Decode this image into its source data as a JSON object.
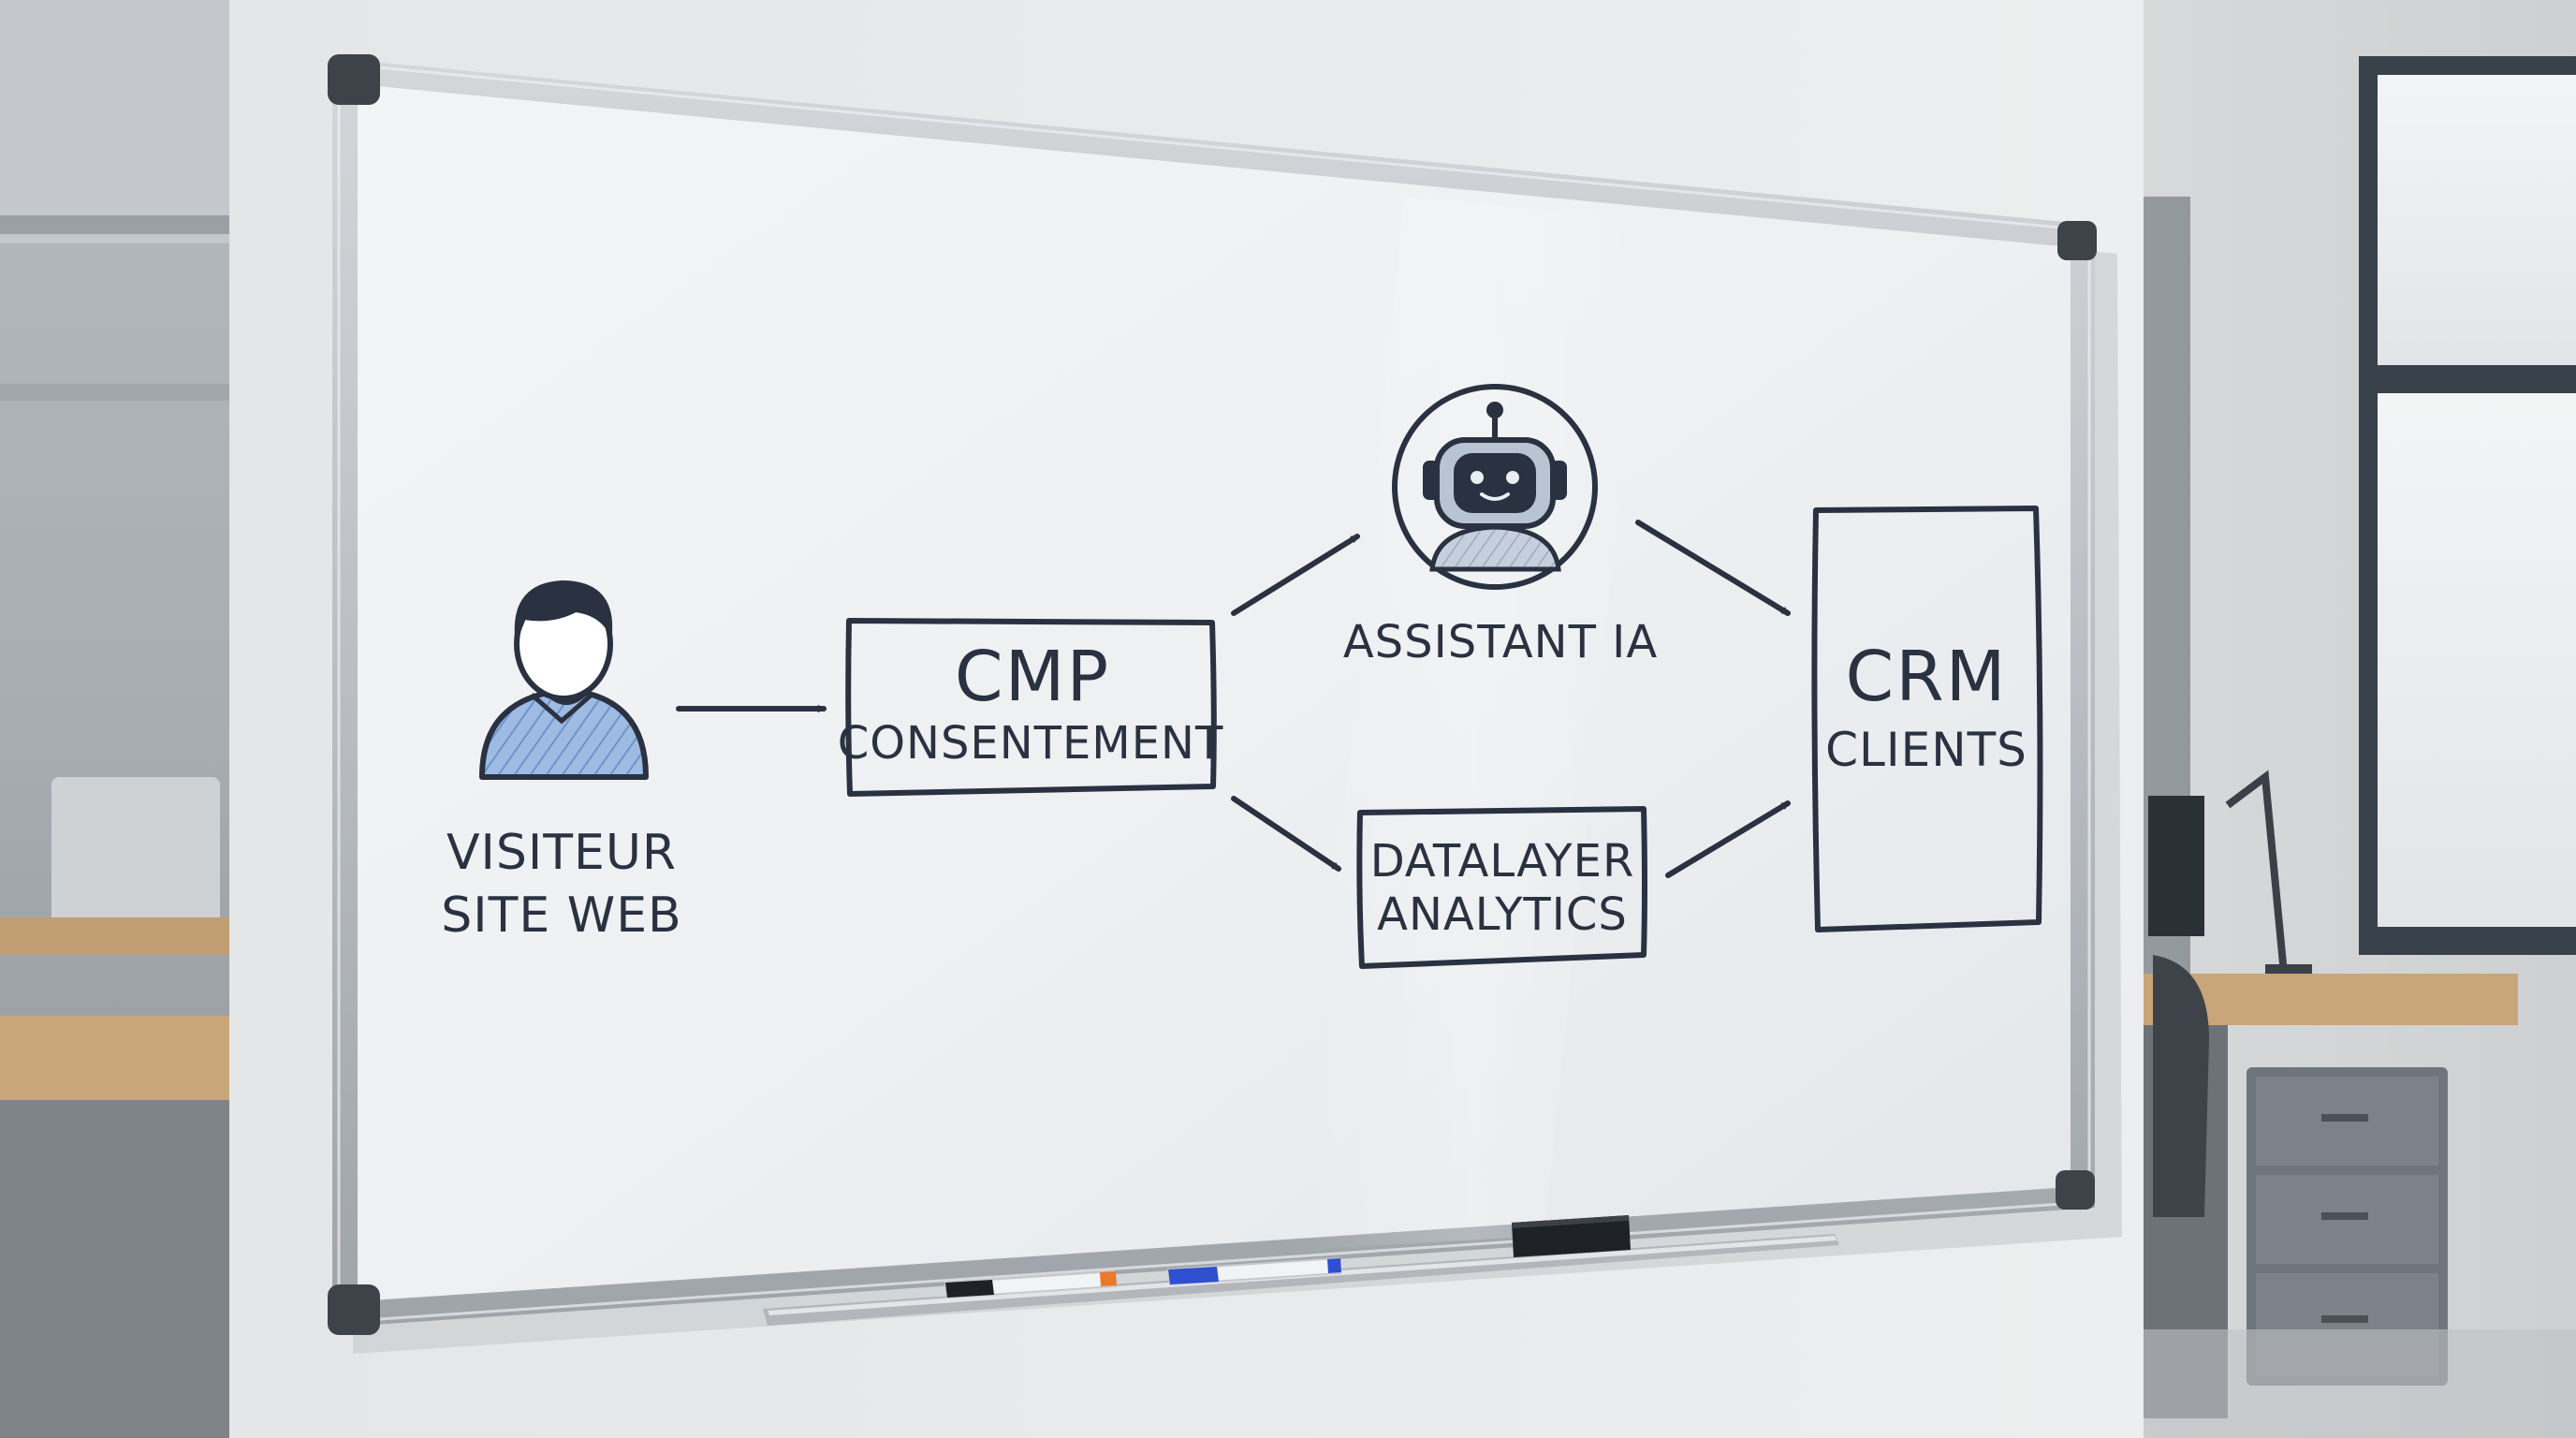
{
  "diagram": {
    "nodes": {
      "visitor": {
        "lines": [
          "VISITEUR",
          "SITE WEB"
        ],
        "icon": "person-icon"
      },
      "cmp": {
        "title": "CMP",
        "subtitle": "CONSENTEMENT"
      },
      "assistant": {
        "label": "ASSISTANT IA",
        "icon": "robot-icon"
      },
      "datalayer": {
        "lines": [
          "DATALAYER",
          "ANALYTICS"
        ]
      },
      "crm": {
        "lines": [
          "CRM",
          "CLIENTS"
        ]
      }
    },
    "edges": [
      {
        "from": "visitor",
        "to": "cmp"
      },
      {
        "from": "cmp",
        "to": "assistant"
      },
      {
        "from": "cmp",
        "to": "datalayer"
      },
      {
        "from": "assistant",
        "to": "crm"
      },
      {
        "from": "datalayer",
        "to": "crm"
      }
    ]
  },
  "colors": {
    "ink": "#2a3140",
    "person_fill": "#8fb0dc",
    "robot_body": "#b9c4d3",
    "marker_blue": "#2f4fd0",
    "marker_orange": "#e87a2a",
    "board_frame": "#b8bcc1",
    "wall": "#e7e9eb",
    "desk_wood": "#c9a57a"
  }
}
